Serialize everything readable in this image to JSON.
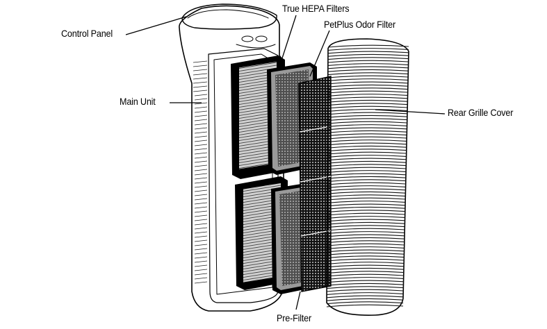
{
  "labels": {
    "control_panel": "Control Panel",
    "main_unit": "Main Unit",
    "true_hepa_filters": "True HEPA Filters",
    "petplus_odor_filter": "PetPlus Odor Filter",
    "rear_grille_cover": "Rear Grille Cover",
    "pre_filter": "Pre-Filter"
  }
}
